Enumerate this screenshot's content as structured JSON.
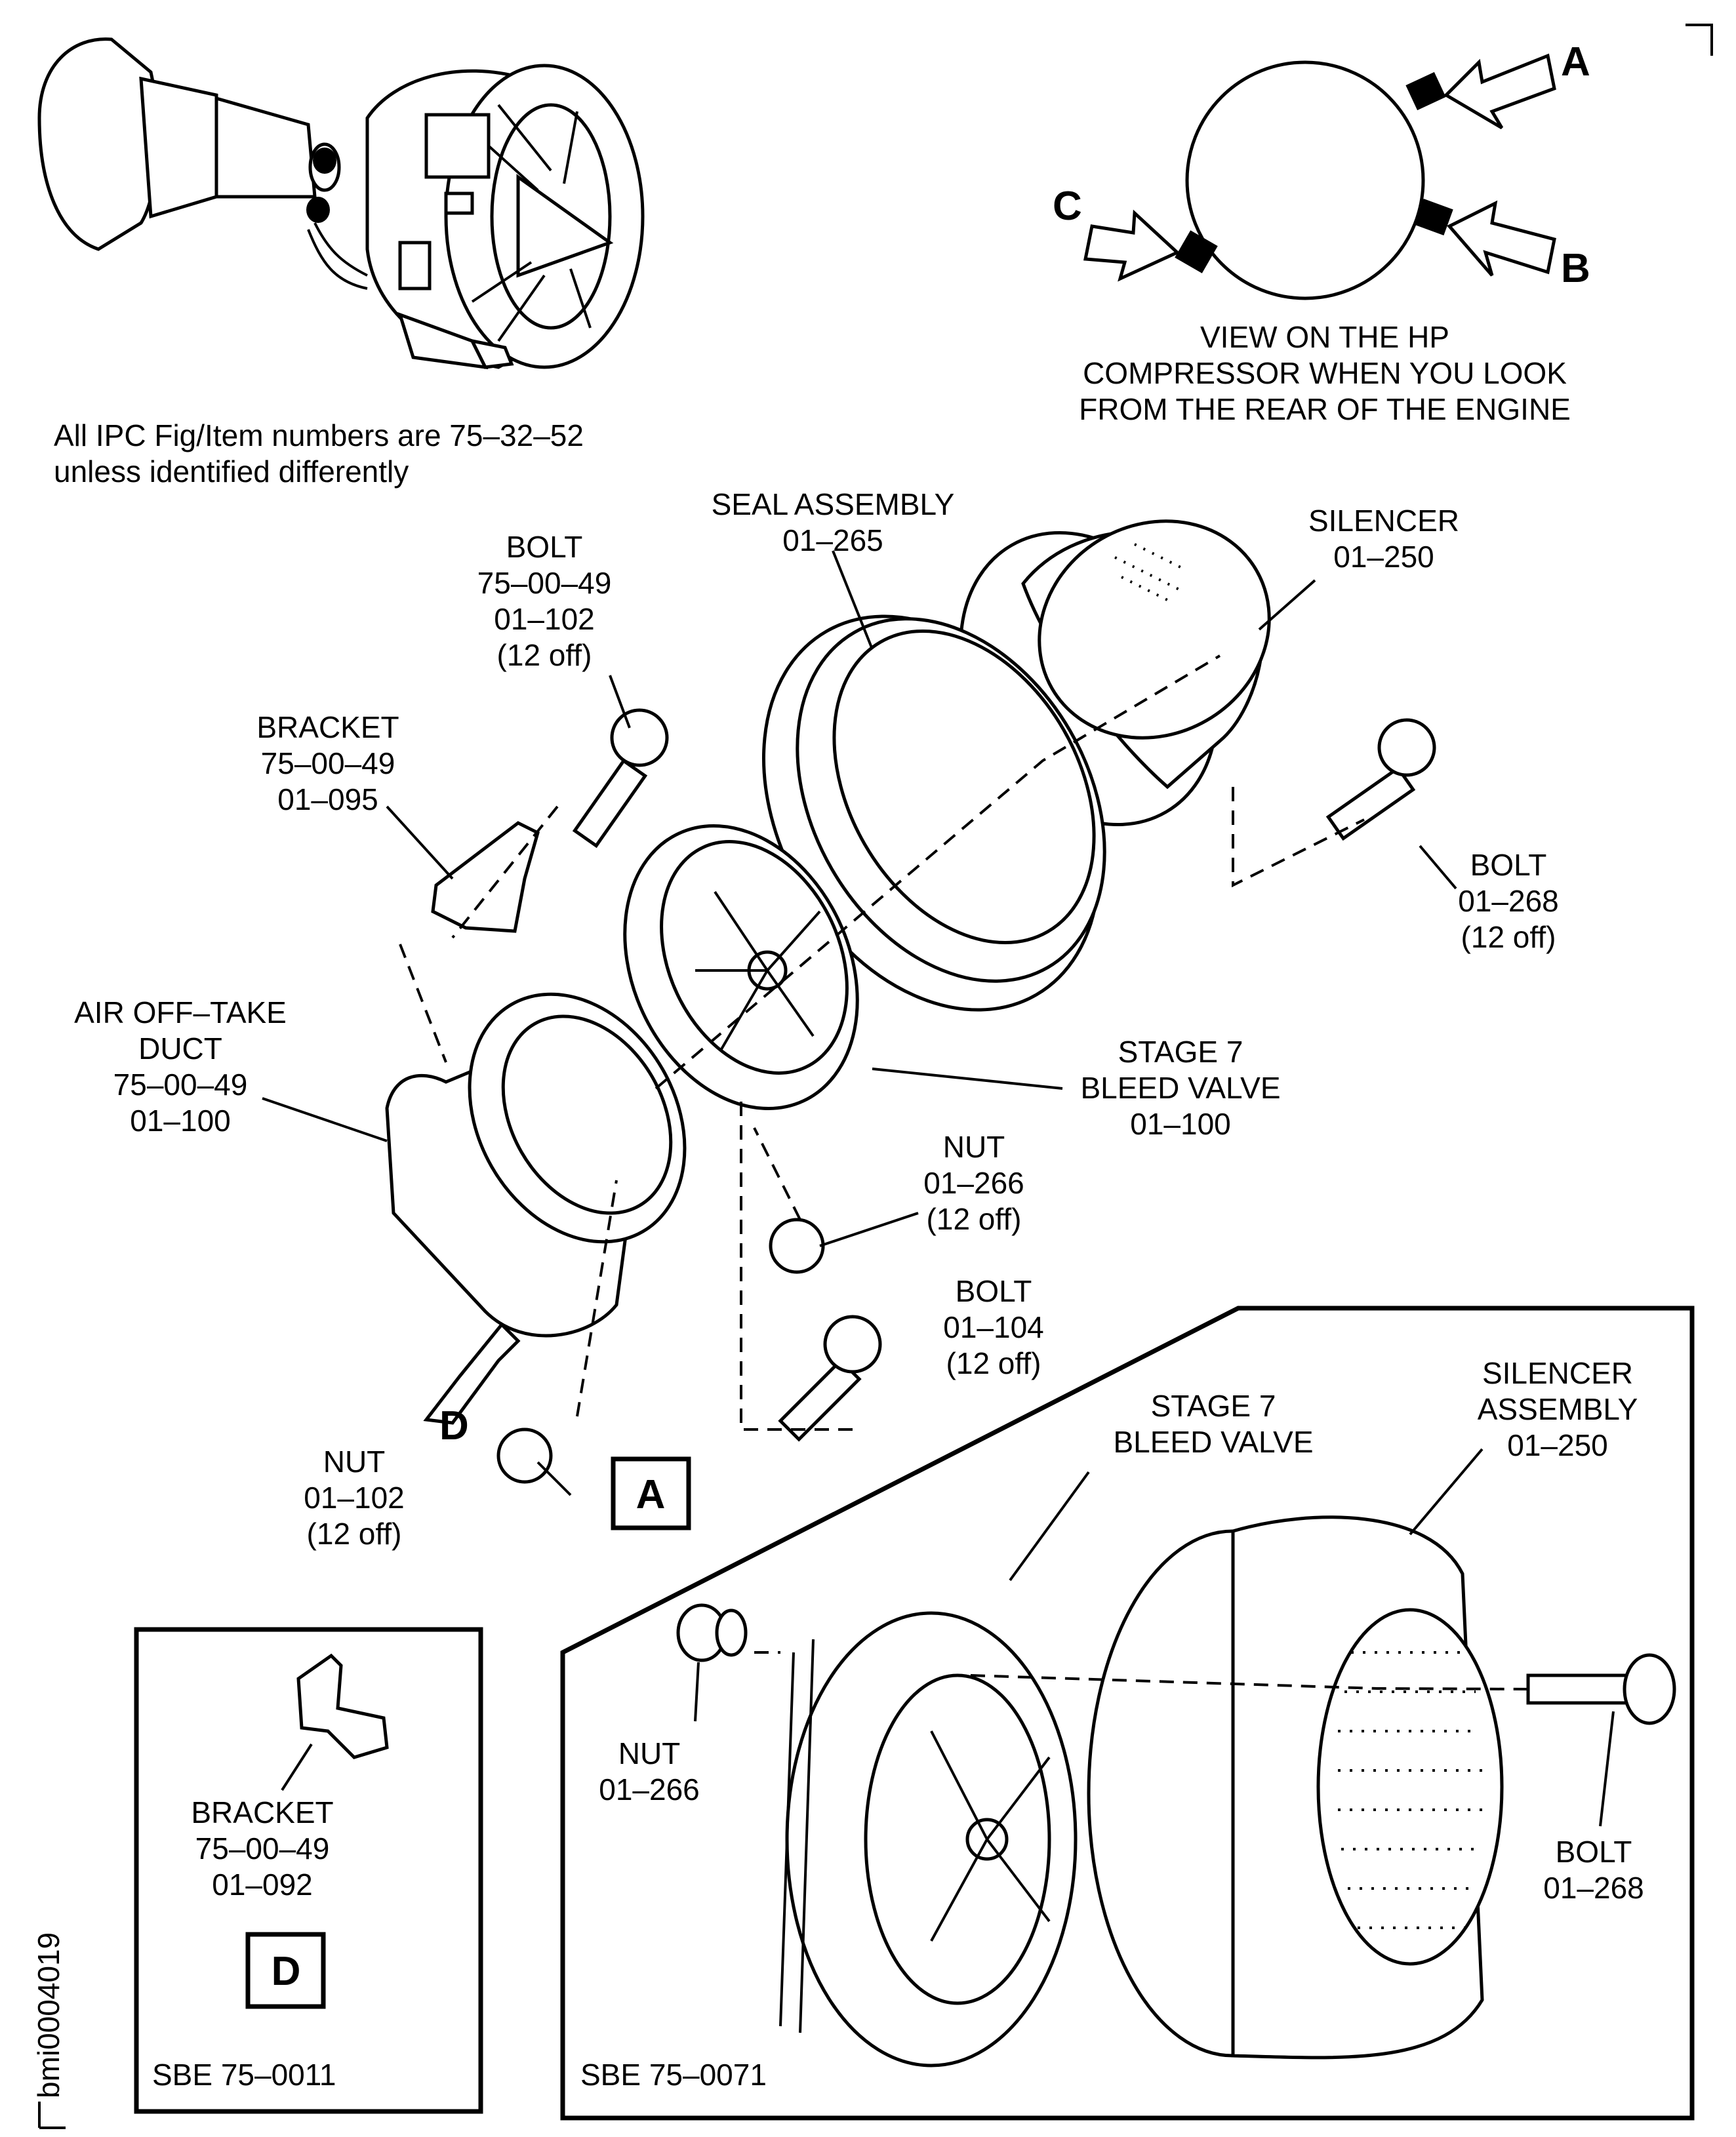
{
  "note": {
    "line1": "All IPC Fig/Item numbers are 75–32–52",
    "line2": "unless identified differently"
  },
  "view_note": {
    "line1": "VIEW ON THE HP",
    "line2": "COMPRESSOR WHEN YOU LOOK",
    "line3": "FROM THE REAR OF THE ENGINE"
  },
  "view_letters": {
    "a": "A",
    "b": "B",
    "c": "C",
    "d": "D"
  },
  "main_view": {
    "seal_assembly": {
      "name": "SEAL ASSEMBLY",
      "ref": "01–265"
    },
    "silencer": {
      "name": "SILENCER",
      "ref": "01–250"
    },
    "bolt_top": {
      "name": "BOLT",
      "ipc": "75–00–49",
      "ref": "01–102",
      "qty": "(12 off)"
    },
    "bracket": {
      "name": "BRACKET",
      "ipc": "75–00–49",
      "ref": "01–095"
    },
    "bolt_right": {
      "name": "BOLT",
      "ref": "01–268",
      "qty": "(12 off)"
    },
    "air_duct": {
      "name1": "AIR OFF–TAKE",
      "name2": "DUCT",
      "ipc": "75–00–49",
      "ref": "01–100"
    },
    "bleed_valve": {
      "name1": "STAGE 7",
      "name2": "BLEED VALVE",
      "ref": "01–100"
    },
    "nut_mid": {
      "name": "NUT",
      "ref": "01–266",
      "qty": "(12 off)"
    },
    "bolt_mid": {
      "name": "BOLT",
      "ref": "01–104",
      "qty": "(12 off)"
    },
    "nut_bottom": {
      "name": "NUT",
      "ref": "01–102",
      "qty": "(12 off)"
    },
    "view_label": "A"
  },
  "view_d": {
    "bracket": {
      "name": "BRACKET",
      "ipc": "75–00–49",
      "ref": "01–092"
    },
    "view_label": "D",
    "sbe": "SBE 75–0011"
  },
  "sbe_0071": {
    "bleed_valve": {
      "name1": "STAGE 7",
      "name2": "BLEED VALVE"
    },
    "silencer": {
      "name1": "SILENCER",
      "name2": "ASSEMBLY",
      "ref": "01–250"
    },
    "nut": {
      "name": "NUT",
      "ref": "01–266"
    },
    "bolt": {
      "name": "BOLT",
      "ref": "01–268"
    },
    "sbe": "SBE 75–0071"
  },
  "figure_id": "bmi0004019"
}
